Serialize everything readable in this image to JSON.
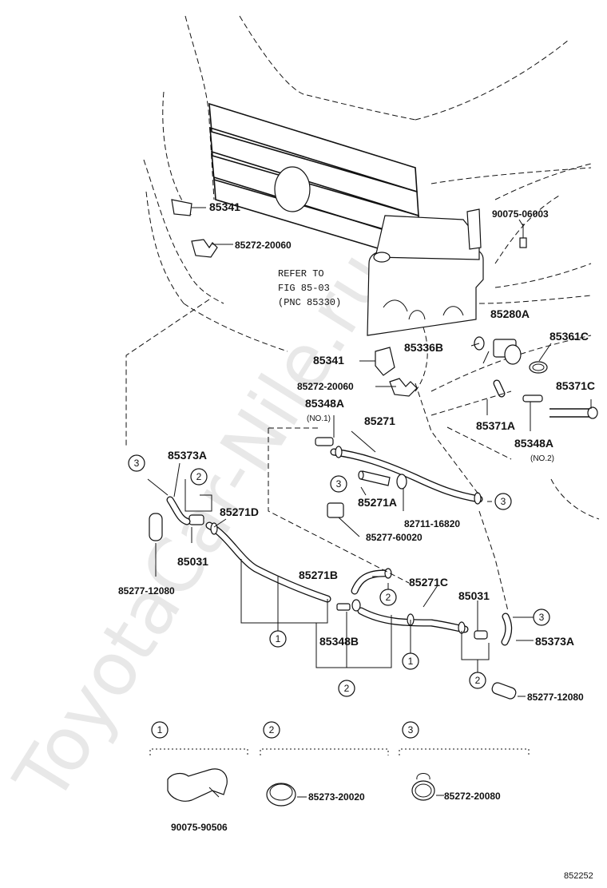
{
  "watermark": "ToyotaCar-Nile.ru",
  "figure_id": "852252",
  "parts": {
    "p85341_top": "85341",
    "p85272_top": "85272-20060",
    "refer_line1": "REFER TO",
    "refer_line2": "FIG  85-03",
    "refer_line3": "(PNC 85330)",
    "p85341_mid": "85341",
    "p85272_mid": "85272-20060",
    "p90075_06003": "90075-06003",
    "p85280A": "85280A",
    "p85336B": "85336B",
    "p85361C": "85361C",
    "p85371C": "85371C",
    "p85371A": "85371A",
    "p85348A_no1": "85348A",
    "no1": "(NO.1)",
    "p85271": "85271",
    "p85348A_no2": "85348A",
    "no2": "(NO.2)",
    "p85373A_left": "85373A",
    "p85271D": "85271D",
    "p85271A": "85271A",
    "p82711": "82711-16820",
    "p85277_60020": "85277-60020",
    "p85031_left": "85031",
    "p85277_12080_left": "85277-12080",
    "p85271B": "85271B",
    "p85271C": "85271C",
    "p85031_right": "85031",
    "p85373A_right": "85373A",
    "p85348B": "85348B",
    "p85277_12080_right": "85277-12080"
  },
  "callouts": {
    "one": "1",
    "two": "2",
    "three": "3"
  },
  "legend": {
    "item1_num": "1",
    "item1_part": "90075-90506",
    "item2_num": "2",
    "item2_part": "85273-20020",
    "item3_num": "3",
    "item3_part": "85272-20080"
  }
}
